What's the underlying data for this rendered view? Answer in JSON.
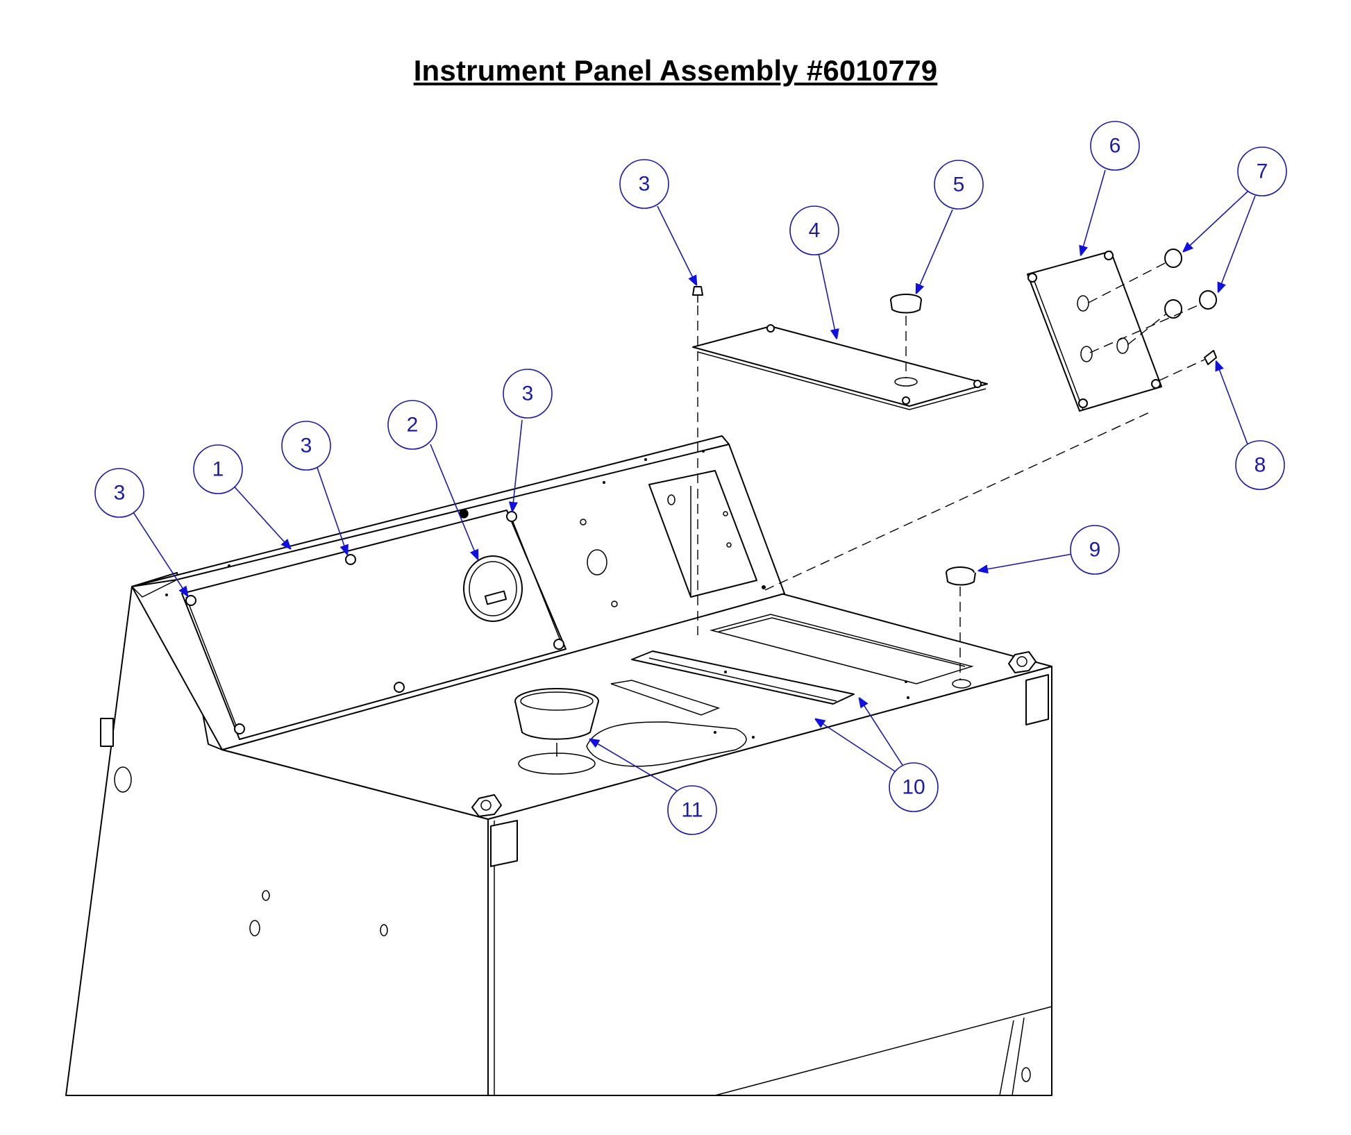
{
  "title": "Instrument Panel Assembly #6010779",
  "colors": {
    "callout": "#1a1aa8",
    "arrow": "#1010e0",
    "line": "#000000"
  },
  "callouts": [
    {
      "id": "callout-1",
      "label": "1"
    },
    {
      "id": "callout-2",
      "label": "2"
    },
    {
      "id": "callout-3a",
      "label": "3"
    },
    {
      "id": "callout-3b",
      "label": "3"
    },
    {
      "id": "callout-3c",
      "label": "3"
    },
    {
      "id": "callout-3d",
      "label": "3"
    },
    {
      "id": "callout-4",
      "label": "4"
    },
    {
      "id": "callout-5",
      "label": "5"
    },
    {
      "id": "callout-6",
      "label": "6"
    },
    {
      "id": "callout-7",
      "label": "7"
    },
    {
      "id": "callout-8",
      "label": "8"
    },
    {
      "id": "callout-9",
      "label": "9"
    },
    {
      "id": "callout-10",
      "label": "10"
    },
    {
      "id": "callout-11",
      "label": "11"
    }
  ]
}
